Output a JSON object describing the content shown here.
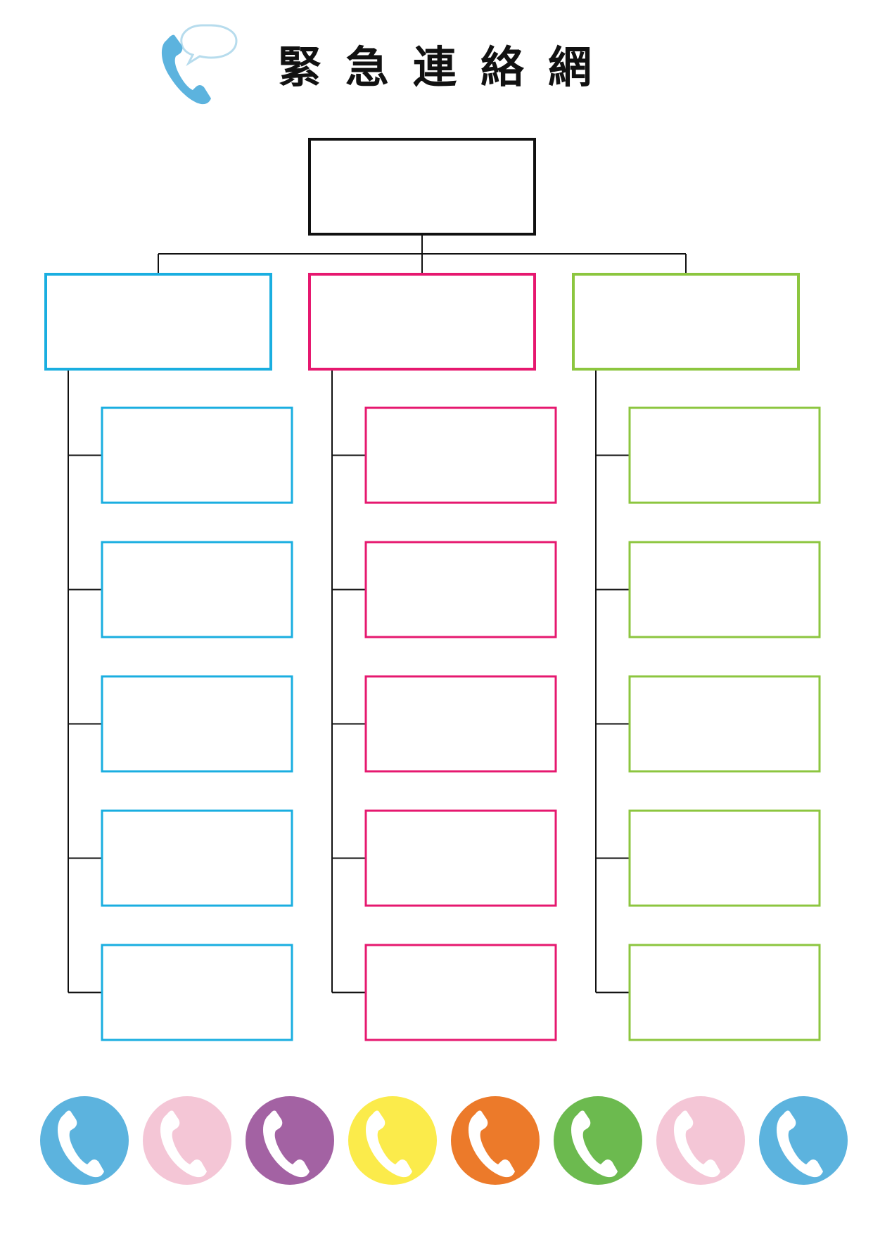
{
  "title": "緊急連絡網",
  "colors": {
    "root": "#111111",
    "connector": "#111111",
    "groups": [
      "#1aaee0",
      "#e6186f",
      "#8cc63f"
    ],
    "header_phone": "#5cb3de",
    "header_bubble": "#b7dced",
    "footer_circles": [
      "#5cb3de",
      "#f4c6d6",
      "#a362a3",
      "#fbeb4b",
      "#ec7a2a",
      "#6cba4f",
      "#f4c6d6",
      "#5cb3de"
    ]
  },
  "diagram": {
    "root_box": {
      "text": ""
    },
    "groups": [
      {
        "name": "group-blue",
        "leader": {
          "text": ""
        },
        "members": [
          "",
          "",
          "",
          "",
          ""
        ]
      },
      {
        "name": "group-pink",
        "leader": {
          "text": ""
        },
        "members": [
          "",
          "",
          "",
          "",
          ""
        ]
      },
      {
        "name": "group-green",
        "leader": {
          "text": ""
        },
        "members": [
          "",
          "",
          "",
          "",
          ""
        ]
      }
    ]
  },
  "icons": {
    "header": "phone-icon",
    "header_bubble": "speech-bubble-icon",
    "footer": "phone-circle-icon"
  }
}
